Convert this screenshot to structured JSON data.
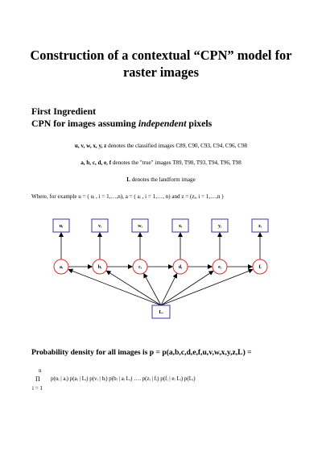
{
  "title": {
    "line1": "Construction of a contextual “CPN” model for",
    "line2": "raster images"
  },
  "ingredient": {
    "heading": "First Ingredient",
    "subtitle_pre": "CPN for images assuming ",
    "subtitle_em": "independent",
    "subtitle_post": " pixels"
  },
  "definitions": {
    "classified_vars": "u, v, w, x, y, z",
    "classified_text": " denotes the classified images C89, C90, C93, C94, C96, C98",
    "true_vars": "a, b, c, d, e, f",
    "true_text": "  denotes the \"true\" images T89, T90, T93, T94, T96, T98",
    "landform_var": "L",
    "landform_text": " denotes the landform image",
    "where_text": "Where, for example u = ( uᵢ , i = 1,…,n),  a = ( aᵢ , i = 1,…, n) and  z = (zᵢ, i = 1,…,n )"
  },
  "diagram": {
    "top_nodes": [
      "uᵢ",
      "vᵢ",
      "wᵢ",
      "xᵢ",
      "yᵢ",
      "zᵢ"
    ],
    "circle_nodes": [
      "aᵢ",
      "bᵢ",
      "cᵢ",
      "dᵢ",
      "eᵢ",
      "fᵢ"
    ],
    "bottom_node": "Lᵢ",
    "box_color": "#3a3aa0",
    "circle_color": "#d03030"
  },
  "probability": {
    "heading": "Probability density for all images is    p =  p(a,b,c,d,e,f,u,v,w,x,y,z,L) =",
    "prod_upper": "n",
    "prod_symbol": "Π",
    "prod_lower": "i = 1",
    "expression": "p(uᵢ | aᵢ) p(aᵢ | Lᵢ) p(vᵢ | bᵢ) p(bᵢ | aᵢ Lᵢ) …. p(zᵢ | fᵢ) p(fᵢ | eᵢ Lᵢ)  p(Lᵢ)"
  }
}
